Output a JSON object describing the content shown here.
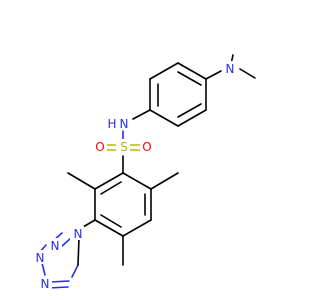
{
  "atoms": {
    "n_dimethyl": {
      "symbol": "N",
      "color": "#2c2cf0"
    },
    "n_amide": {
      "symbol": "N",
      "color": "#2c2cf0"
    },
    "h_amide": {
      "symbol": "H",
      "color": "#2c2cf0"
    },
    "s": {
      "symbol": "S",
      "color": "#b8b800"
    },
    "o_left": {
      "symbol": "O",
      "color": "#ff0000"
    },
    "o_right": {
      "symbol": "O",
      "color": "#ff0000"
    },
    "tetrazole_n1": {
      "symbol": "N",
      "color": "#2c2cf0"
    },
    "tetrazole_n2": {
      "symbol": "N",
      "color": "#2c2cf0"
    },
    "tetrazole_n3": {
      "symbol": "N",
      "color": "#2c2cf0"
    },
    "tetrazole_n4": {
      "symbol": "N",
      "color": "#2c2cf0"
    }
  }
}
